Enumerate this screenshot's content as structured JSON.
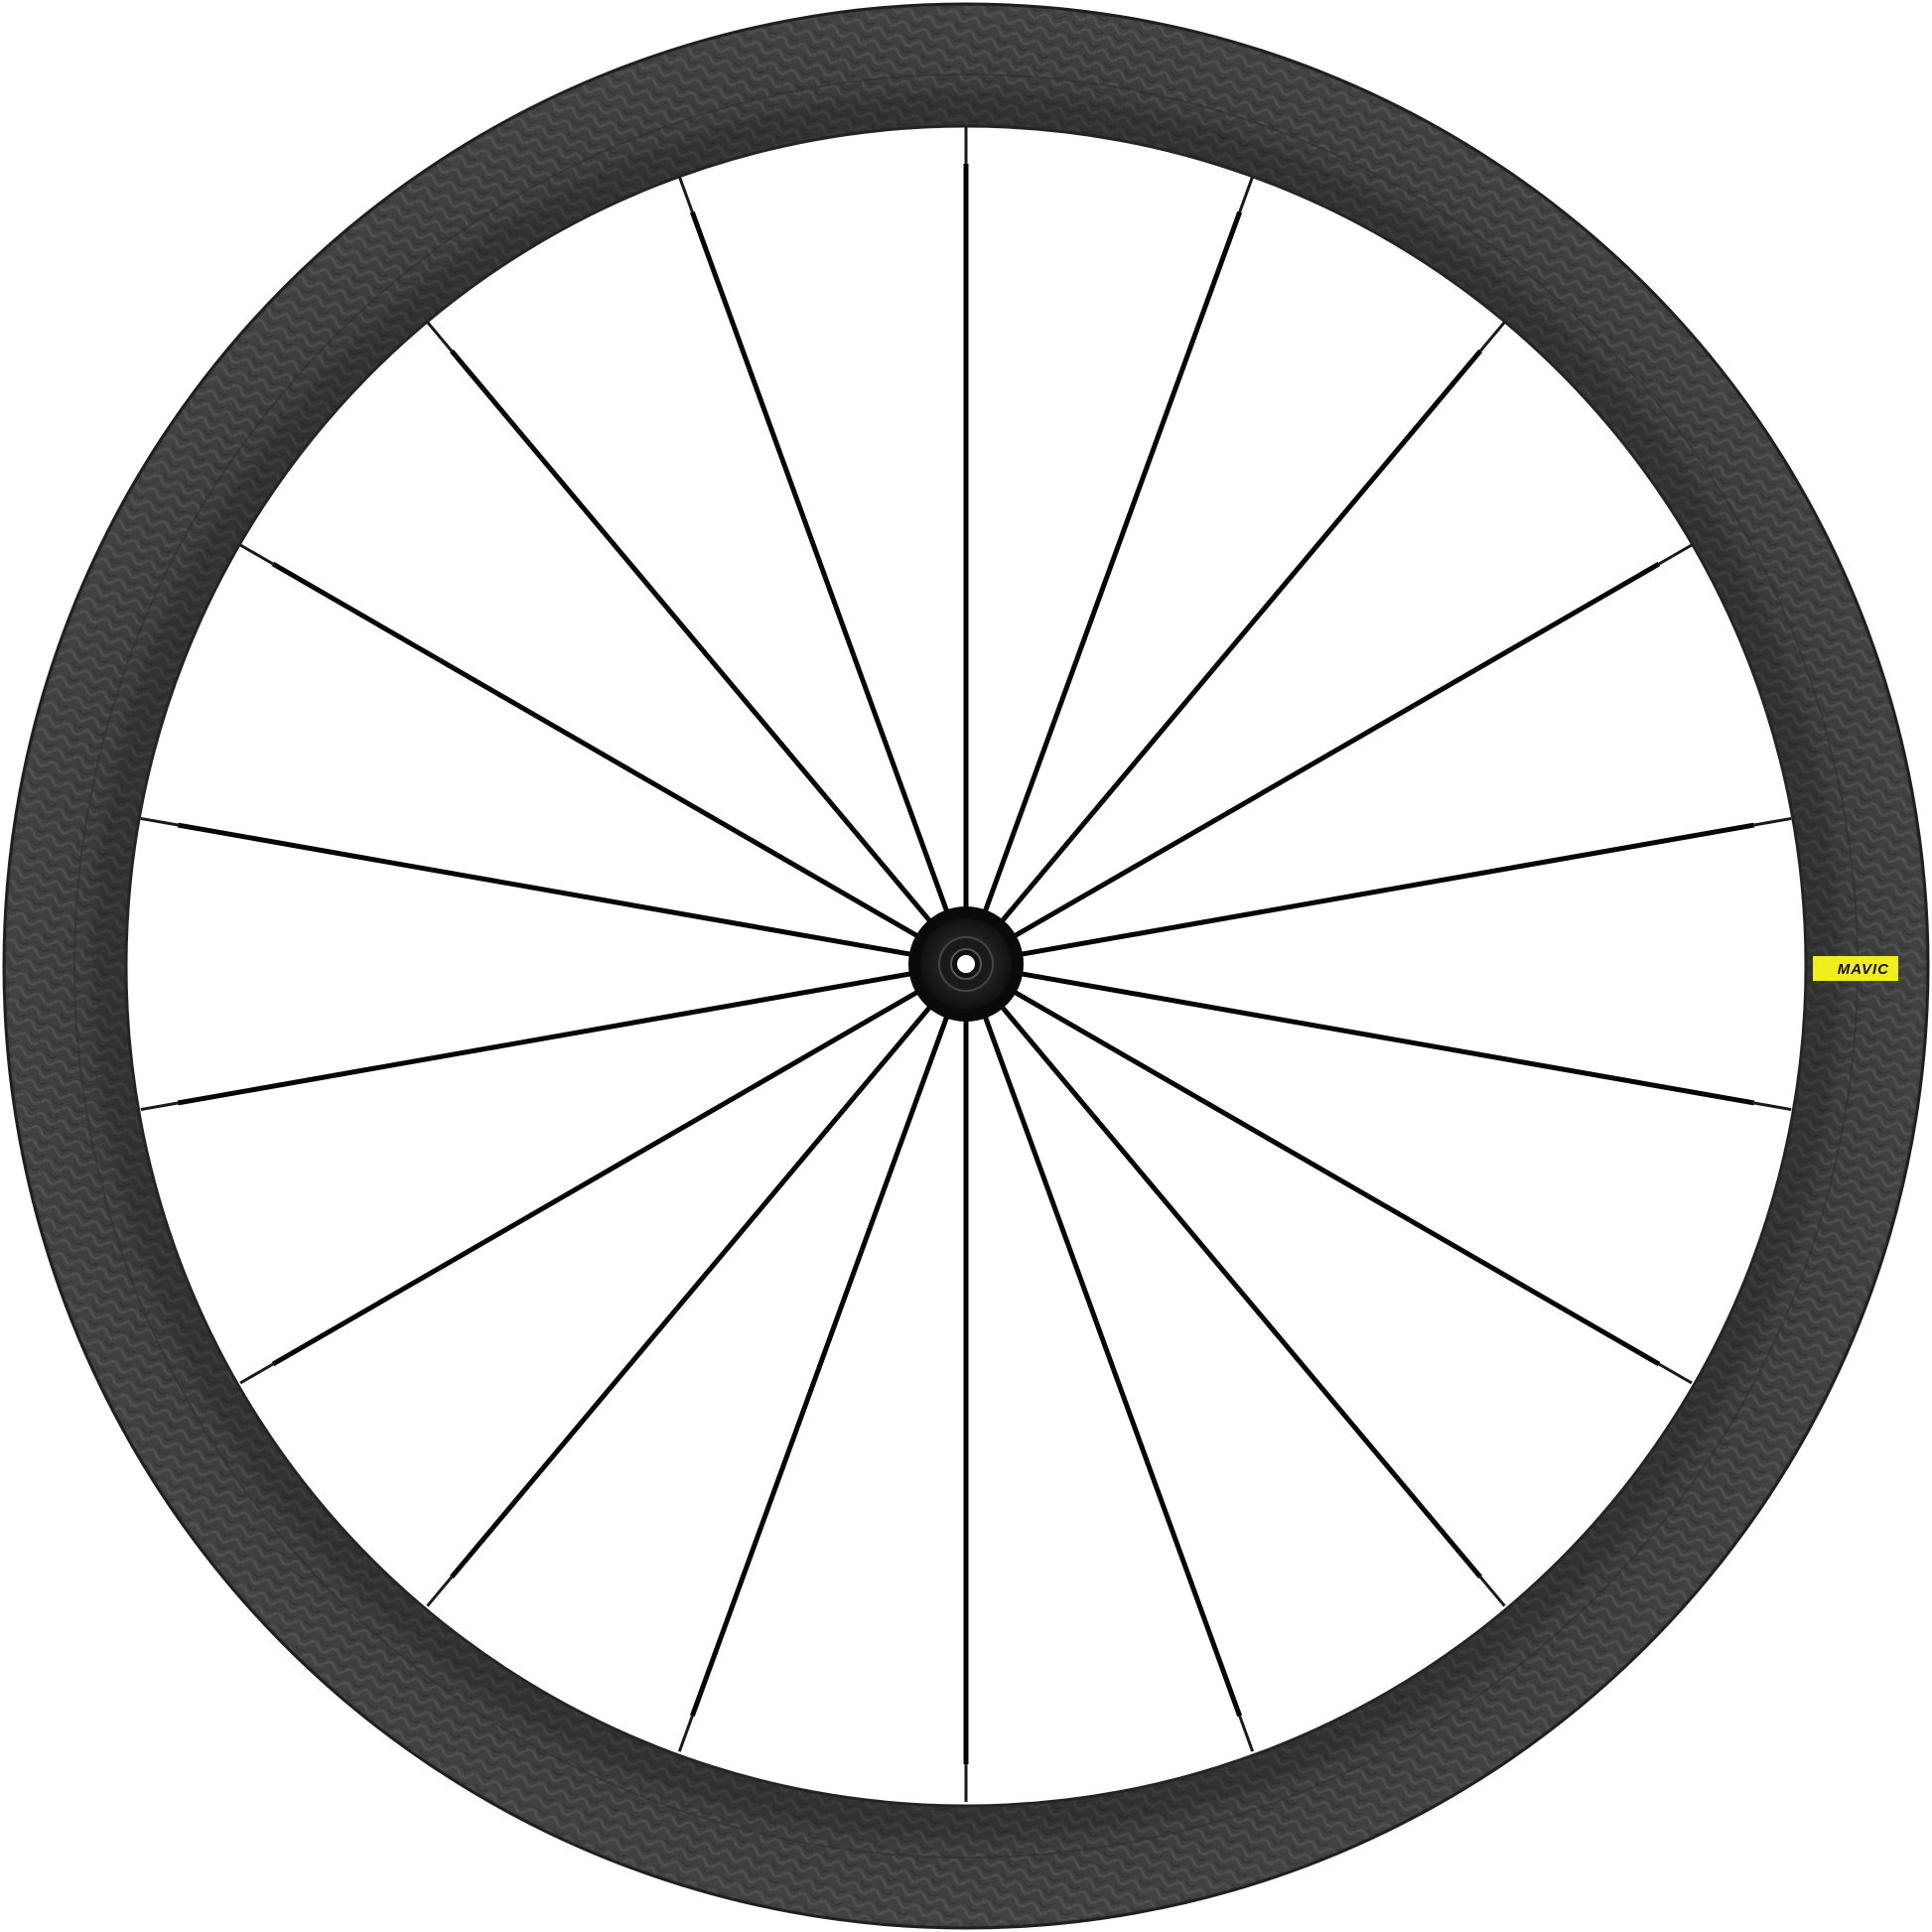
{
  "product": {
    "type": "bicycle wheel",
    "brand_label": "MAVIC",
    "spoke_count": 18,
    "colors": {
      "background": "#ffffff",
      "rim_outer_band": "#4a4a4a",
      "rim_inner_band": "#323232",
      "rim_edge": "#262626",
      "spoke": "#050505",
      "hub": "#0d0d0d",
      "label_bg": "#f2ee1c",
      "label_text": "#111111"
    }
  }
}
